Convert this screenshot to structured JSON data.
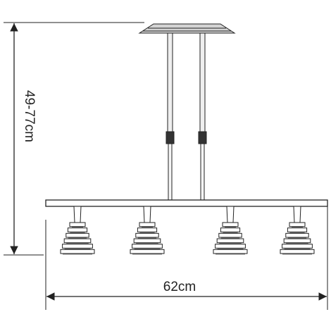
{
  "dimensions": {
    "height_label": "49-77cm",
    "width_label": "62cm"
  },
  "colors": {
    "line": "#222222",
    "rod_dark": "#333333",
    "background": "#ffffff"
  },
  "product": {
    "shade_count": 4,
    "rod_count": 2
  }
}
